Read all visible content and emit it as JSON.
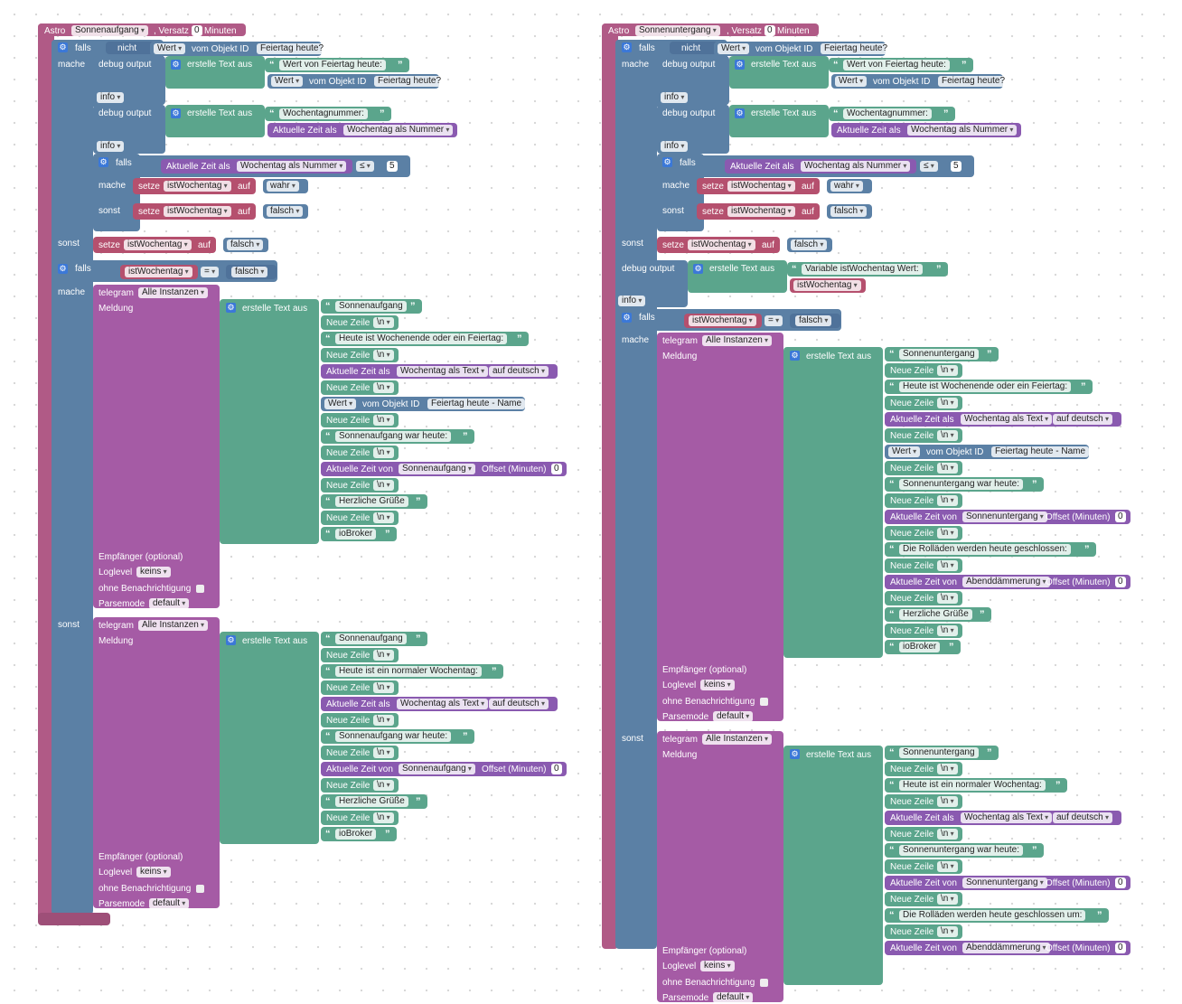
{
  "labels": {
    "astro": "Astro",
    "versatz": ", Versatz",
    "minuten": "Minuten",
    "falls": "falls",
    "nicht": "nicht",
    "wert": "Wert",
    "vom_objekt": "vom Objekt ID",
    "feiertag_heute": "Feiertag heute?",
    "feiertag_heute_name": "Feiertag heute - Name",
    "mache": "mache",
    "sonst": "sonst",
    "debug_output": "debug output",
    "erstelle_text": "erstelle Text aus",
    "info": "info",
    "aktuelle_zeit_als": "Aktuelle Zeit als",
    "wochentag_nummer": "Wochentag als Nummer",
    "wochentag_text": "Wochentag als Text",
    "auf_deutsch": "auf deutsch",
    "le": "≤",
    "eq": "=",
    "five": "5",
    "zero": "0",
    "setze": "setze",
    "auf": "auf",
    "wahr": "wahr",
    "falsch": "falsch",
    "variable": "istWochentag",
    "telegram": "telegram",
    "alle_instanzen": "Alle Instanzen",
    "meldung": "Meldung",
    "neue_zeile": "Neue Zeile",
    "nl": "\\n",
    "aktuelle_zeit_von": "Aktuelle Zeit von",
    "offset": "Offset (Minuten)",
    "empfaenger": "Empfänger (optional)",
    "loglevel": "Loglevel",
    "keins": "keins",
    "ohne_benachrichtigung": "ohne Benachrichtigung",
    "parsemode": "Parsemode",
    "default": "default"
  },
  "left": {
    "event": "Sonnenaufgang",
    "offset_value": "0",
    "strings": {
      "s1": "Wert von Feiertag heute:",
      "s2": "Wochentagnummer:"
    },
    "msg1": [
      "Sonnenaufgang",
      "Heute ist Wochenende oder ein Feiertag:",
      "Sonnenaufgang war heute:",
      "Herzliche Grüße",
      "ioBroker"
    ],
    "msg2": [
      "Sonnenaufgang",
      "Heute ist ein normaler Wochentag:",
      "Sonnenaufgang war heute:",
      "Herzliche Grüße",
      "ioBroker"
    ]
  },
  "right": {
    "event": "Sonnenuntergang",
    "offset_value": "0",
    "strings": {
      "s1": "Wert von Feiertag heute:",
      "s2": "Wochentagnummer:",
      "s3": "Variable istWochentag Wert:"
    },
    "msg1": [
      "Sonnenuntergang",
      "Heute ist Wochenende oder ein Feiertag:",
      "Sonnenuntergang war heute:",
      "Die Rolläden werden heute geschlossen:",
      "Abenddämmerung",
      "Herzliche Grüße",
      "ioBroker"
    ],
    "msg2": [
      "Sonnenuntergang",
      "Heute ist ein normaler Wochentag:",
      "Sonnenuntergang war heute:",
      "Die Rolläden werden heute geschlossen um:",
      "Abenddämmerung"
    ]
  },
  "colors": {
    "event": "#b05a86",
    "logic": "#5b80a5",
    "text": "#5ba58c",
    "telegram": "#a55ba5",
    "variable": "#b5506e",
    "time": "#8a5ab0"
  }
}
